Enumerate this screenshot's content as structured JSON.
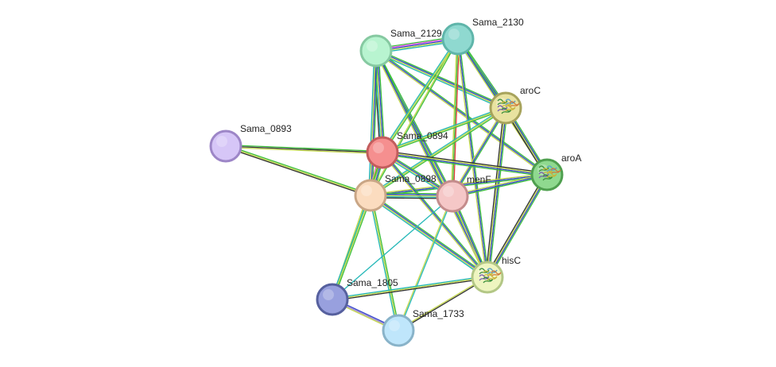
{
  "network": {
    "nodes": [
      {
        "id": "Sama_2129",
        "label": "Sama_2129",
        "fill": "#b8f4d0",
        "stroke": "#86c9a1",
        "icon": "none"
      },
      {
        "id": "Sama_2130",
        "label": "Sama_2130",
        "fill": "#8fd9d0",
        "stroke": "#5fb5aa",
        "icon": "none"
      },
      {
        "id": "aroC",
        "label": "aroC",
        "fill": "#e8e2a0",
        "stroke": "#a7a35c",
        "icon": "protein-structure-icon"
      },
      {
        "id": "Sama_0893",
        "label": "Sama_0893",
        "fill": "#d6c6f7",
        "stroke": "#9d86c7",
        "icon": "none"
      },
      {
        "id": "Sama_0894",
        "label": "Sama_0894",
        "fill": "#f58f8f",
        "stroke": "#c25d5d",
        "icon": "none"
      },
      {
        "id": "aroA",
        "label": "aroA",
        "fill": "#8fd98f",
        "stroke": "#4f9f4f",
        "icon": "protein-structure-icon"
      },
      {
        "id": "Sama_0898",
        "label": "Sama_0898",
        "fill": "#fbdcbf",
        "stroke": "#c9a686",
        "icon": "none"
      },
      {
        "id": "menF",
        "label": "menF",
        "fill": "#f5c7c7",
        "stroke": "#c48c8c",
        "icon": "none"
      },
      {
        "id": "hisC",
        "label": "hisC",
        "fill": "#eef5c0",
        "stroke": "#b3c786",
        "icon": "protein-structure-icon"
      },
      {
        "id": "Sama_1805",
        "label": "Sama_1805",
        "fill": "#98a0de",
        "stroke": "#56609e",
        "icon": "none"
      },
      {
        "id": "Sama_1733",
        "label": "Sama_1733",
        "fill": "#bfe6fb",
        "stroke": "#89b3c9",
        "icon": "none"
      }
    ],
    "edges": [
      {
        "source": "Sama_2129",
        "target": "Sama_2130",
        "colors": [
          "#3dbf3d",
          "#e64ce6",
          "#3344cc",
          "#c2d64c",
          "#25b8b8"
        ]
      },
      {
        "source": "Sama_2129",
        "target": "aroC",
        "colors": [
          "#3dbf3d",
          "#3344cc",
          "#c2d64c",
          "#25b8b8"
        ]
      },
      {
        "source": "Sama_2129",
        "target": "aroA",
        "colors": [
          "#3dbf3d",
          "#3344cc",
          "#c2d64c"
        ]
      },
      {
        "source": "Sama_2129",
        "target": "Sama_0894",
        "colors": [
          "#3dbf3d",
          "#3344cc",
          "#c2d64c",
          "#25b8b8",
          "#333333"
        ]
      },
      {
        "source": "Sama_2129",
        "target": "Sama_0898",
        "colors": [
          "#3dbf3d",
          "#3344cc",
          "#c2d64c",
          "#25b8b8"
        ]
      },
      {
        "source": "Sama_2129",
        "target": "menF",
        "colors": [
          "#3dbf3d",
          "#3344cc",
          "#c2d64c"
        ]
      },
      {
        "source": "Sama_2129",
        "target": "hisC",
        "colors": [
          "#3dbf3d",
          "#3344cc",
          "#c2d64c"
        ]
      },
      {
        "source": "Sama_2130",
        "target": "aroC",
        "colors": [
          "#3dbf3d",
          "#3344cc",
          "#c2d64c",
          "#25b8b8"
        ]
      },
      {
        "source": "Sama_2130",
        "target": "aroA",
        "colors": [
          "#3dbf3d",
          "#3344cc",
          "#c2d64c"
        ]
      },
      {
        "source": "Sama_2130",
        "target": "Sama_0894",
        "colors": [
          "#3dbf3d",
          "#c2d64c",
          "#25b8b8"
        ]
      },
      {
        "source": "Sama_2130",
        "target": "Sama_0898",
        "colors": [
          "#3dbf3d",
          "#c2d64c"
        ]
      },
      {
        "source": "Sama_2130",
        "target": "menF",
        "colors": [
          "#e23b3b",
          "#3dbf3d",
          "#c2d64c"
        ]
      },
      {
        "source": "Sama_2130",
        "target": "hisC",
        "colors": [
          "#3dbf3d",
          "#3344cc",
          "#c2d64c"
        ]
      },
      {
        "source": "aroC",
        "target": "aroA",
        "colors": [
          "#3dbf3d",
          "#3344cc",
          "#c2d64c",
          "#333333"
        ]
      },
      {
        "source": "aroC",
        "target": "Sama_0894",
        "colors": [
          "#3dbf3d",
          "#c2d64c",
          "#25b8b8"
        ]
      },
      {
        "source": "aroC",
        "target": "Sama_0898",
        "colors": [
          "#3dbf3d",
          "#c2d64c",
          "#25b8b8"
        ]
      },
      {
        "source": "aroC",
        "target": "menF",
        "colors": [
          "#3dbf3d",
          "#3344cc",
          "#c2d64c"
        ]
      },
      {
        "source": "aroC",
        "target": "hisC",
        "colors": [
          "#3dbf3d",
          "#3344cc",
          "#c2d64c",
          "#333333"
        ]
      },
      {
        "source": "aroA",
        "target": "Sama_0894",
        "colors": [
          "#3dbf3d",
          "#3344cc",
          "#c2d64c",
          "#333333"
        ]
      },
      {
        "source": "aroA",
        "target": "Sama_0898",
        "colors": [
          "#3dbf3d",
          "#3344cc",
          "#c2d64c"
        ]
      },
      {
        "source": "aroA",
        "target": "menF",
        "colors": [
          "#3dbf3d",
          "#3344cc",
          "#c2d64c"
        ]
      },
      {
        "source": "aroA",
        "target": "hisC",
        "colors": [
          "#3dbf3d",
          "#3344cc",
          "#c2d64c",
          "#333333"
        ]
      },
      {
        "source": "Sama_0893",
        "target": "Sama_0894",
        "colors": [
          "#3dbf3d",
          "#333333",
          "#c2d64c"
        ]
      },
      {
        "source": "Sama_0893",
        "target": "Sama_0898",
        "colors": [
          "#3dbf3d",
          "#c2d64c",
          "#333333"
        ]
      },
      {
        "source": "Sama_0894",
        "target": "Sama_0898",
        "colors": [
          "#3dbf3d",
          "#3344cc",
          "#c2d64c",
          "#333333",
          "#e64ce6"
        ]
      },
      {
        "source": "Sama_0894",
        "target": "menF",
        "colors": [
          "#3dbf3d",
          "#3344cc",
          "#c2d64c",
          "#25b8b8"
        ]
      },
      {
        "source": "Sama_0894",
        "target": "hisC",
        "colors": [
          "#3dbf3d",
          "#3344cc",
          "#c2d64c"
        ]
      },
      {
        "source": "Sama_0894",
        "target": "Sama_1805",
        "colors": [
          "#3dbf3d",
          "#c2d64c"
        ]
      },
      {
        "source": "Sama_0898",
        "target": "menF",
        "colors": [
          "#3dbf3d",
          "#3344cc",
          "#c2d64c",
          "#25b8b8",
          "#333333"
        ]
      },
      {
        "source": "Sama_0898",
        "target": "hisC",
        "colors": [
          "#3dbf3d",
          "#3344cc",
          "#c2d64c",
          "#25b8b8"
        ]
      },
      {
        "source": "Sama_0898",
        "target": "Sama_1805",
        "colors": [
          "#3dbf3d",
          "#c2d64c",
          "#25b8b8"
        ]
      },
      {
        "source": "Sama_0898",
        "target": "Sama_1733",
        "colors": [
          "#3dbf3d",
          "#c2d64c",
          "#25b8b8"
        ]
      },
      {
        "source": "menF",
        "target": "hisC",
        "colors": [
          "#3dbf3d",
          "#3344cc",
          "#c2d64c"
        ]
      },
      {
        "source": "menF",
        "target": "Sama_1805",
        "colors": [
          "#25b8b8"
        ]
      },
      {
        "source": "menF",
        "target": "Sama_1733",
        "colors": [
          "#25b8b8",
          "#c2d64c"
        ]
      },
      {
        "source": "hisC",
        "target": "Sama_1805",
        "colors": [
          "#333333",
          "#c2d64c",
          "#25b8b8"
        ]
      },
      {
        "source": "hisC",
        "target": "Sama_1733",
        "colors": [
          "#333333",
          "#c2d64c"
        ]
      },
      {
        "source": "Sama_1805",
        "target": "Sama_1733",
        "colors": [
          "#3344cc",
          "#9d86c7",
          "#c2d64c"
        ]
      }
    ]
  }
}
